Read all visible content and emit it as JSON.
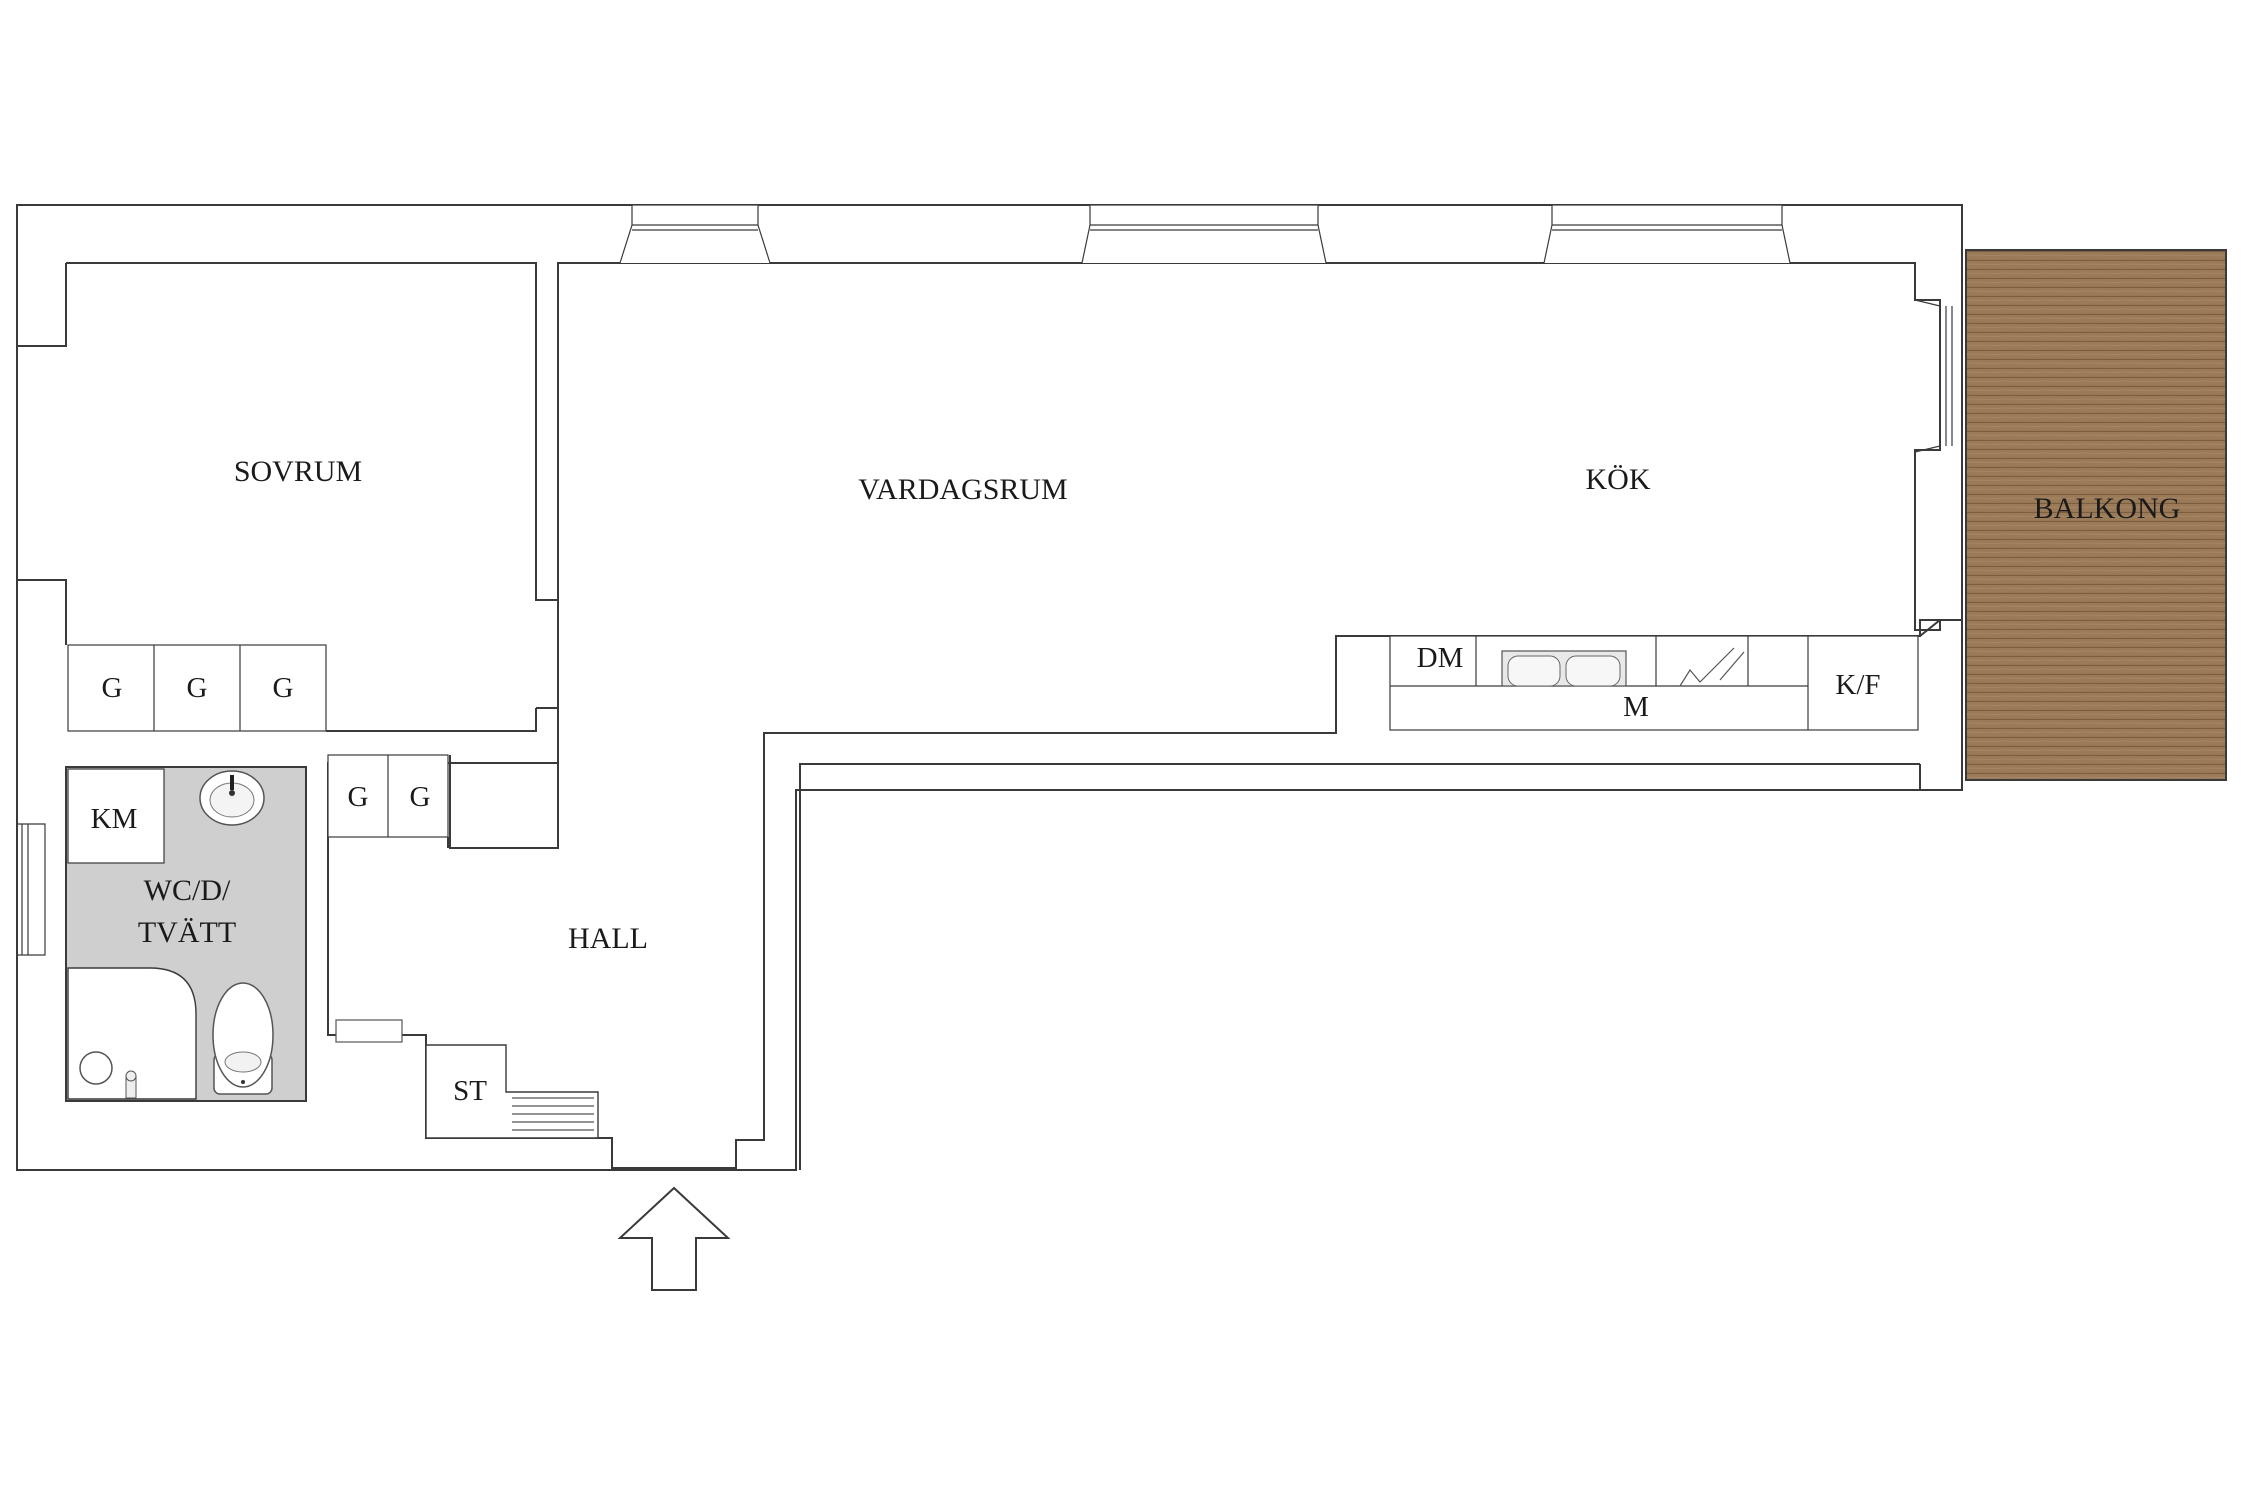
{
  "rooms": {
    "sovrum": "SOVRUM",
    "vardagsrum": "VARDAGSRUM",
    "kok": "KÖK",
    "balkong": "BALKONG",
    "hall": "HALL",
    "wc_line1": "WC/D/",
    "wc_line2": "TVÄTT"
  },
  "fixtures": {
    "wardrobe": "G",
    "washing_machine": "KM",
    "dishwasher": "DM",
    "stove": "M",
    "fridge_freezer": "K/F",
    "storage": "ST"
  },
  "colors": {
    "wall": "#ffffff",
    "wall_stroke": "#3a3a3a",
    "bathroom_floor": "#cfcfcf",
    "balcony_deck": "#9b7a58"
  }
}
